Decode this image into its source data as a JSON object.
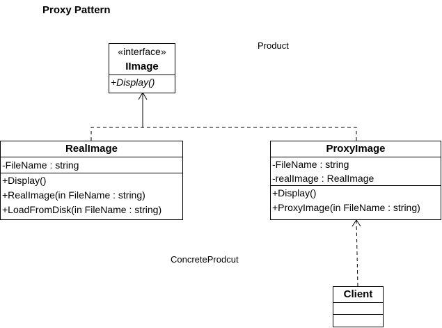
{
  "title": "Proxy Pattern",
  "labels": {
    "product": "Product",
    "concrete_product": "ConcreteProdcut"
  },
  "interface": {
    "stereotype": "«interface»",
    "name": "IImage",
    "methods": [
      "+Display()"
    ]
  },
  "real_image": {
    "name": "RealImage",
    "attributes": [
      "-FileName : string"
    ],
    "methods": [
      "+Display()",
      "+RealImage(in FileName : string)",
      "+LoadFromDisk(in FileName : string)"
    ]
  },
  "proxy_image": {
    "name": "ProxyImage",
    "attributes": [
      "-FileName : string",
      "-realImage : RealImage"
    ],
    "methods": [
      "+Display()",
      "+ProxyImage(in FileName : string)"
    ]
  },
  "client": {
    "name": "Client"
  }
}
